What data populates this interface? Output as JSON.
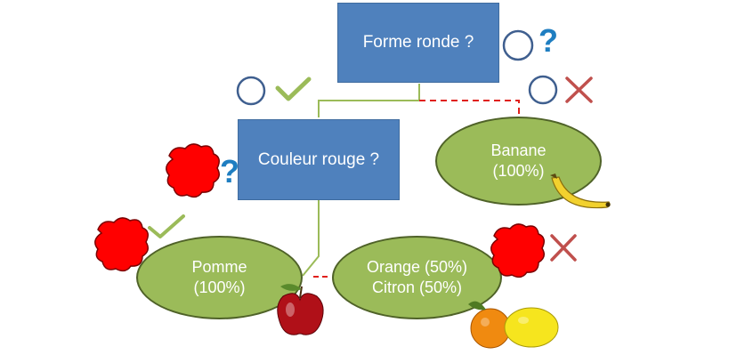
{
  "colors": {
    "question_box": "#4f81bd",
    "leaf_fill": "#9bbb59",
    "leaf_border": "#4f6228",
    "yes_branch": "#9bbb59",
    "no_branch": "#e0201b",
    "check_mark": "#9bbb59",
    "cross_mark": "#c0504d",
    "question_mark": "#1f7ec1",
    "blob": "#ff0000"
  },
  "nodes": {
    "root": {
      "label": "Forme ronde ?"
    },
    "child": {
      "label": "Couleur rouge ?"
    },
    "banane": {
      "line1": "Banane",
      "line2": "(100%)"
    },
    "pomme": {
      "line1": "Pomme",
      "line2": "(100%)"
    },
    "orange": {
      "line1": "Orange (50%)",
      "line2": "Citron (50%)"
    }
  },
  "marks": {
    "question": "?"
  },
  "icons": [
    "circle-outline-icon",
    "question-mark-icon",
    "check-mark-icon",
    "cross-mark-icon",
    "red-blob-icon",
    "banana-icon",
    "apple-icon",
    "orange-icon",
    "lemon-icon"
  ]
}
